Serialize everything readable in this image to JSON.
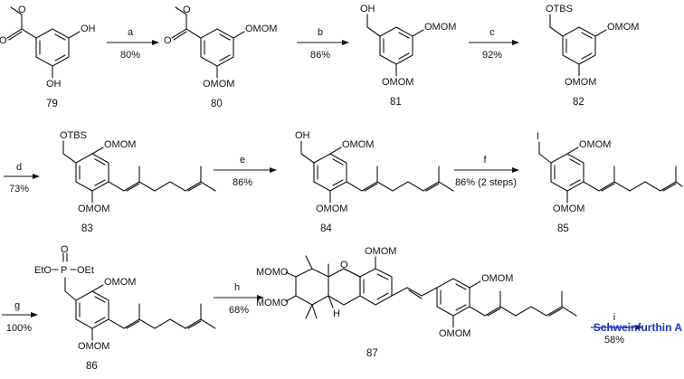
{
  "compounds": [
    {
      "id": "79",
      "groups": [
        "OH",
        "OH"
      ]
    },
    {
      "id": "80",
      "groups": [
        "OMOM",
        "OMOM"
      ]
    },
    {
      "id": "81",
      "groups": [
        "OH",
        "OMOM",
        "OMOM"
      ]
    },
    {
      "id": "82",
      "groups": [
        "OTBS",
        "OMOM",
        "OMOM"
      ]
    },
    {
      "id": "83",
      "groups": [
        "OTBS",
        "OMOM",
        "OMOM"
      ]
    },
    {
      "id": "84",
      "groups": [
        "OH",
        "OMOM",
        "OMOM"
      ]
    },
    {
      "id": "85",
      "groups": [
        "I",
        "OMOM",
        "OMOM"
      ]
    },
    {
      "id": "86",
      "groups": [
        "EtO",
        "OEt",
        "P",
        "O",
        "OMOM",
        "OMOM"
      ]
    },
    {
      "id": "87",
      "groups": [
        "MOMO",
        "MOMO",
        "O",
        "OMOM",
        "H",
        "OMOM",
        "OMOM"
      ]
    }
  ],
  "steps": [
    {
      "letter": "a",
      "yield": "80%"
    },
    {
      "letter": "b",
      "yield": "86%"
    },
    {
      "letter": "c",
      "yield": "92%"
    },
    {
      "letter": "d",
      "yield": "73%"
    },
    {
      "letter": "e",
      "yield": "86%"
    },
    {
      "letter": "f",
      "yield": "86% (2 steps)"
    },
    {
      "letter": "g",
      "yield": "100%"
    },
    {
      "letter": "h",
      "yield": "68%"
    },
    {
      "letter": "i",
      "yield": "58%"
    }
  ],
  "product": {
    "name": "Schweinfurthin A",
    "color": "#1a2fd6"
  }
}
